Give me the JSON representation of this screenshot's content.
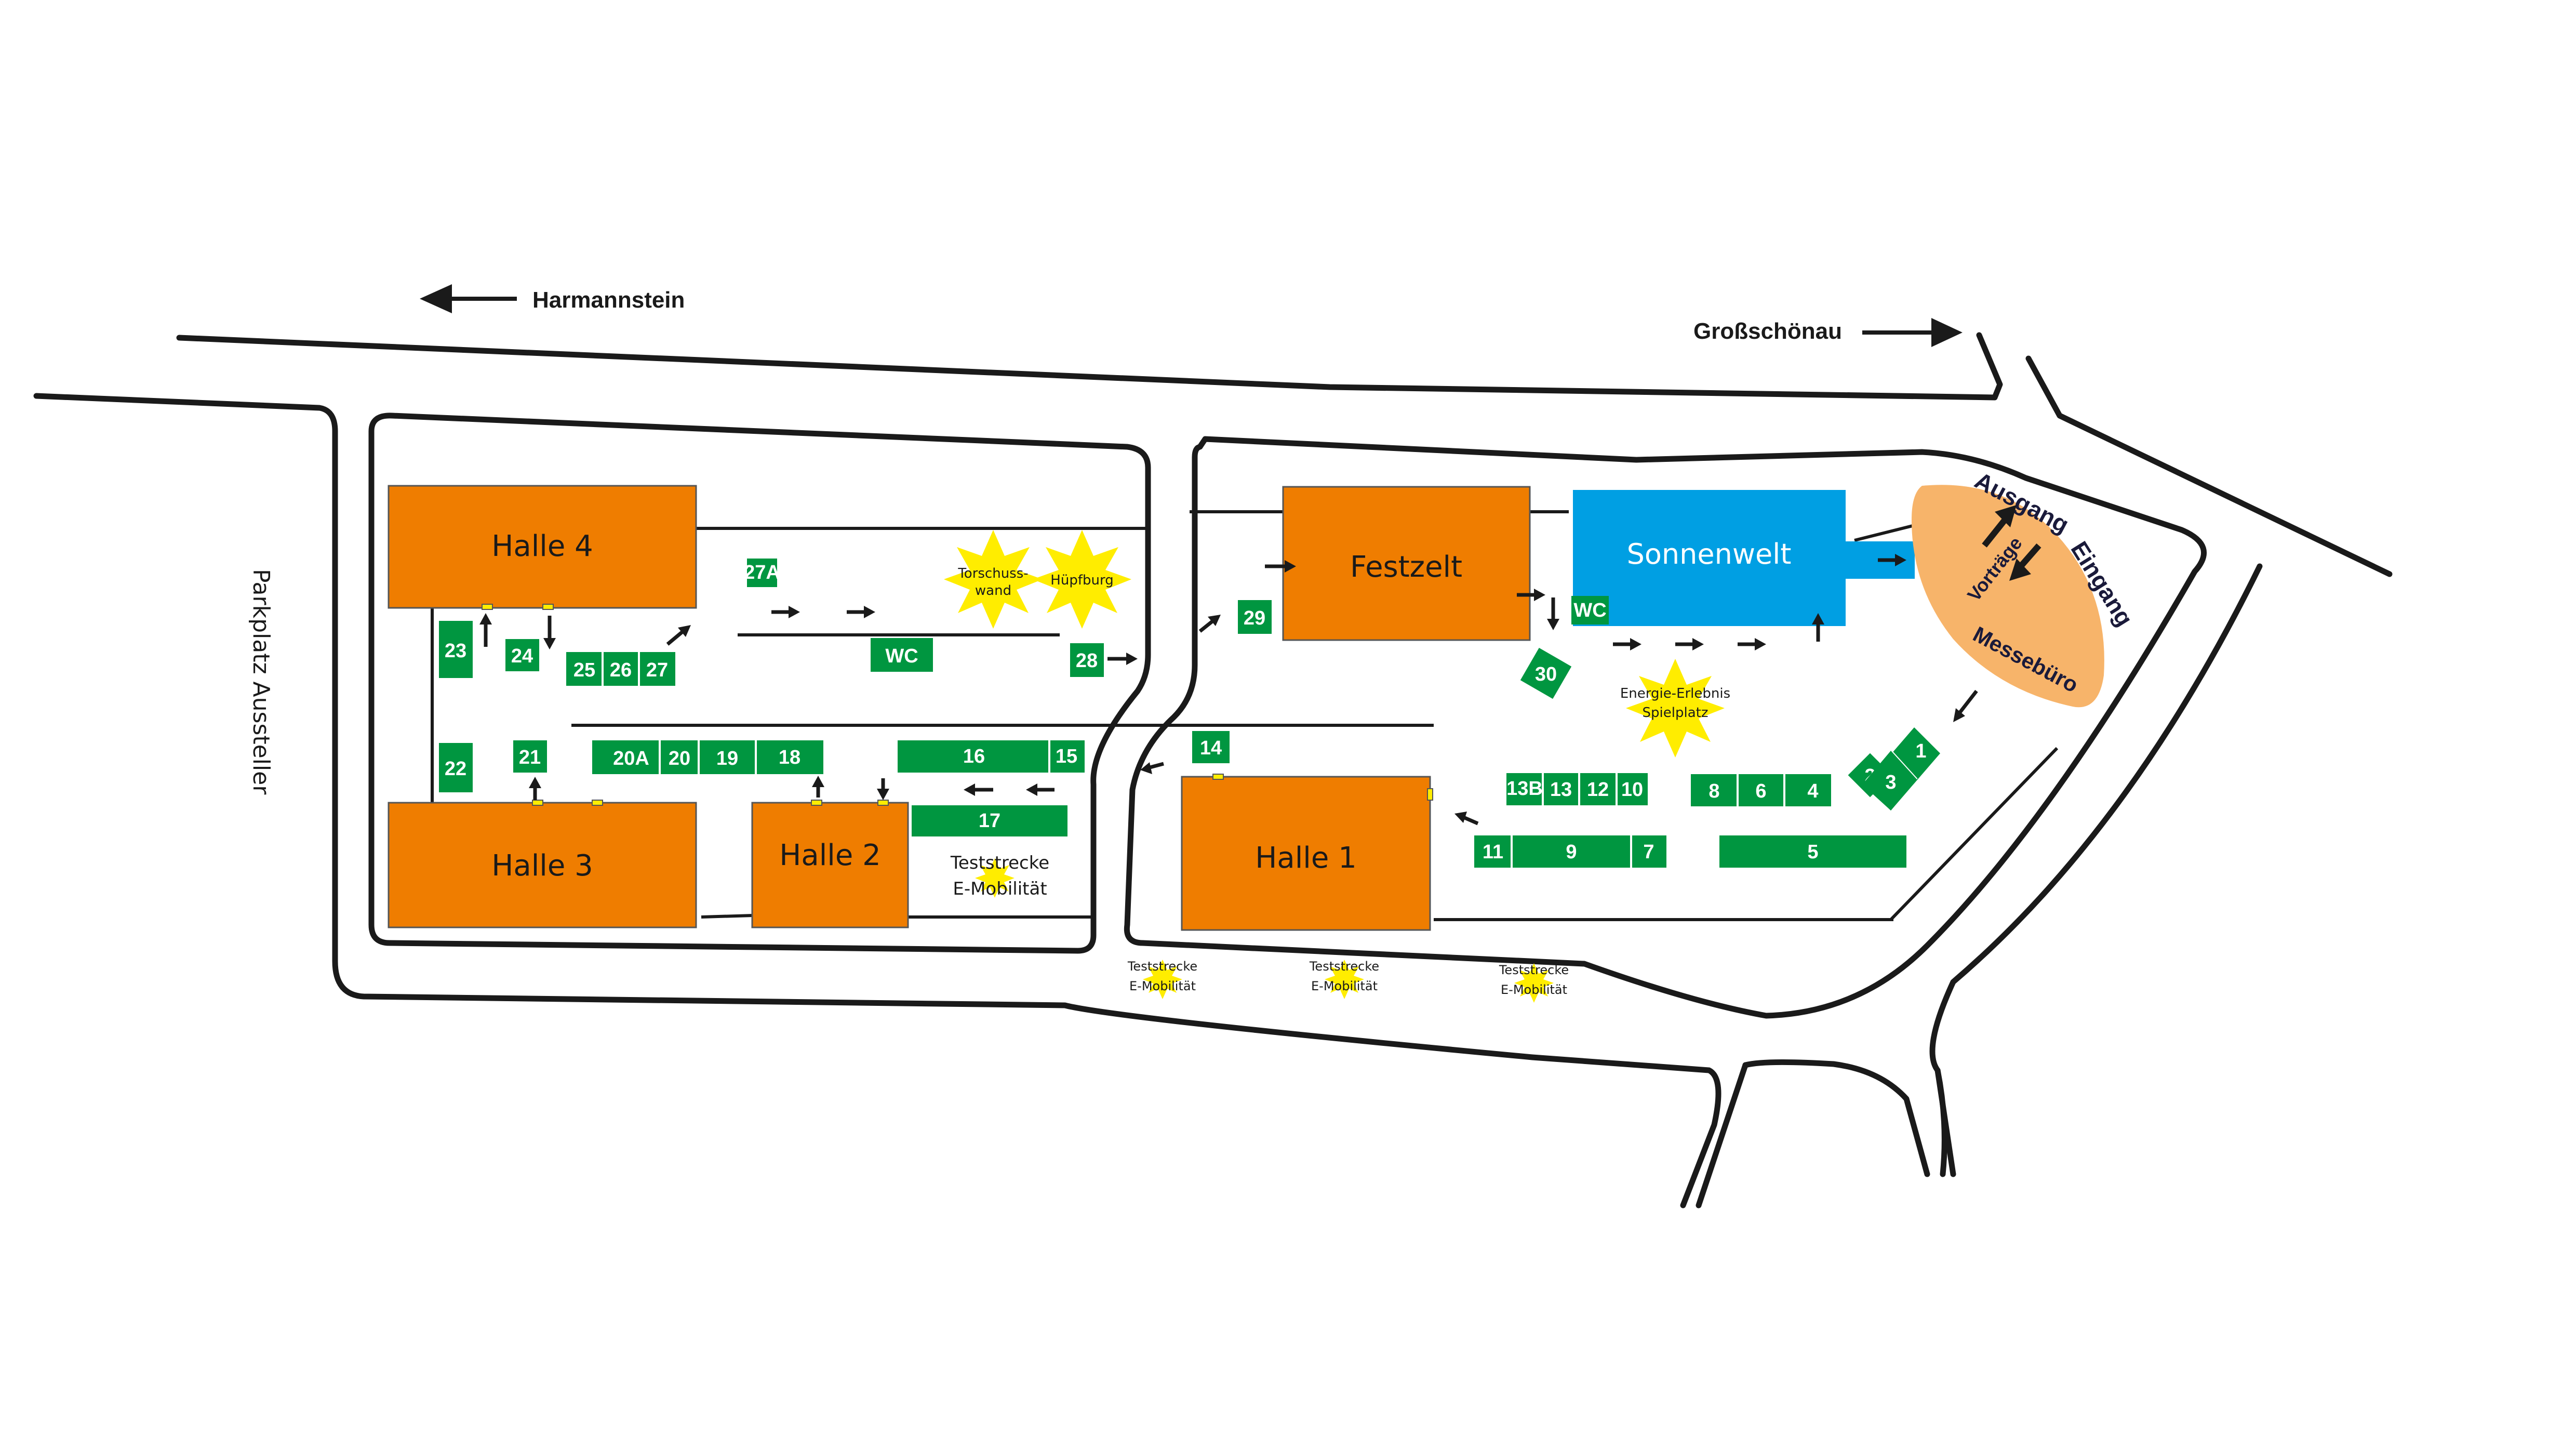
{
  "directions": {
    "harmannstein": "Harmannstein",
    "grossschoenau": "Großschönau",
    "parking": "Parkplatz Aussteller"
  },
  "halls": {
    "halle4": "Halle 4",
    "halle3": "Halle 3",
    "halle2": "Halle 2",
    "halle1": "Halle 1",
    "festzelt": "Festzelt",
    "sonnenwelt": "Sonnenwelt"
  },
  "office": {
    "ausgang": "Ausgang",
    "eingang": "Eingang",
    "vortraege": "Vorträge",
    "messebuero": "Messebüro"
  },
  "attractions": {
    "torschusswand_1": "Torschuss-",
    "torschusswand_2": "wand",
    "huepfburg": "Hüpfburg",
    "energie_1": "Energie-Erlebnis",
    "energie_2": "Spielplatz",
    "teststrecke_1": "Teststrecke",
    "teststrecke_2": "E-Mobilität"
  },
  "stands": {
    "s1": "1",
    "s2": "2",
    "s3": "3",
    "s4": "4",
    "s5": "5",
    "s6": "6",
    "s7": "7",
    "s8": "8",
    "s9": "9",
    "s10": "10",
    "s11": "11",
    "s12": "12",
    "s13": "13",
    "s13b": "13B",
    "s14": "14",
    "s15": "15",
    "s16": "16",
    "s17": "17",
    "s18": "18",
    "s19": "19",
    "s20": "20",
    "s20a": "20A",
    "s21": "21",
    "s22": "22",
    "s23": "23",
    "s24": "24",
    "s25": "25",
    "s26": "26",
    "s27": "27",
    "s27a": "27A",
    "s28": "28",
    "s29": "29",
    "s30": "30",
    "wc": "WC"
  },
  "colors": {
    "hall": "#ef7d00",
    "sonnenwelt": "#009fe3",
    "stand": "#009640",
    "star": "#ffed00",
    "office": "#f7b46a"
  }
}
